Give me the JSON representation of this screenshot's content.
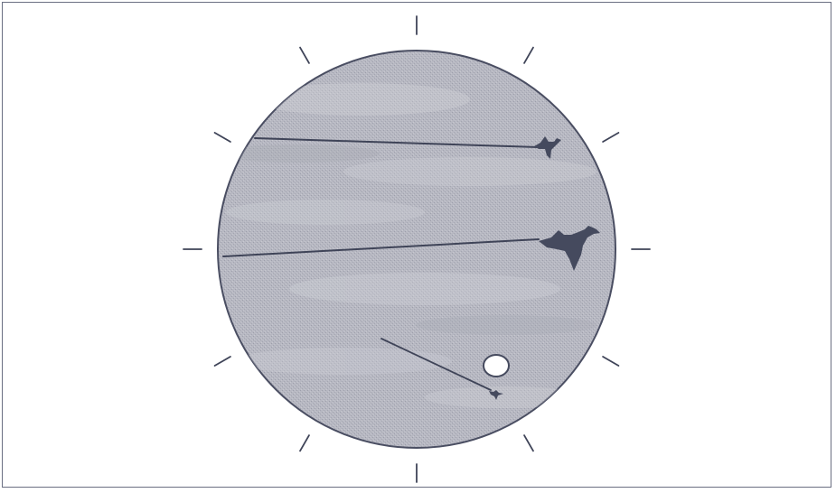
{
  "diagram": {
    "tick_count": 12,
    "birds": [
      {
        "name": "small-bird",
        "trail": true
      },
      {
        "name": "large-bird",
        "trail": true
      },
      {
        "name": "tiny-bird",
        "trail": true
      }
    ],
    "colors": {
      "disc_fill": "#b5b6c0",
      "disc_stroke": "#4a4e62",
      "silhouette": "#454a5e",
      "trail": "#3f4458",
      "tick": "#3f4458",
      "frame": "#6a6f82",
      "light_spot": "#ffffff"
    }
  }
}
